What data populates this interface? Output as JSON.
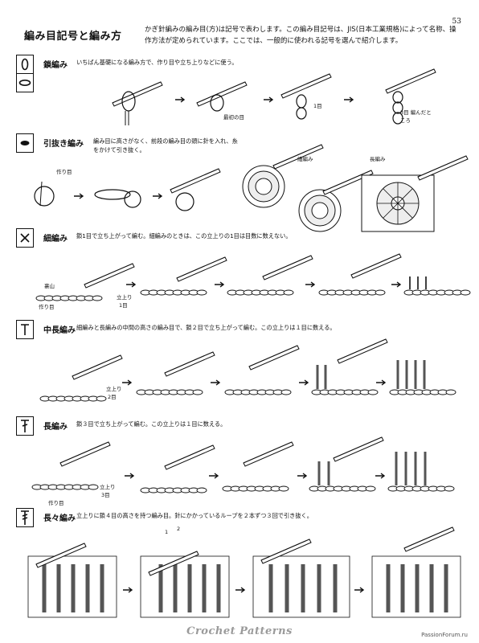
{
  "page_number": "53",
  "title": "編み目記号と編み方",
  "intro": "かぎ針編みの編み目(方)は記号で表わします。この編み目記号は、JIS(日本工業規格)によって名称、操作方法が定められています。ここでは、一般的に使われる記号を選んで紹介します。",
  "sections": [
    {
      "name": "鎖編み",
      "desc": "いちばん基礎になる編み方で、作り目や立ち上りなどに使う。",
      "labels": {
        "first": "最初の目",
        "one": "1目",
        "three": "3目 編んだところ"
      }
    },
    {
      "name": "引抜き編み",
      "desc": "編み目に高さがなく、前段の編み目の頭に針を入れ、糸をかけて引き抜く。",
      "labels": {
        "base": "作り目",
        "sc": "細編み",
        "dc": "長編み"
      }
    },
    {
      "name": "細編み",
      "desc": "鎖1目で立ち上がって編む。細編みのときは、この立上りの1目は目数に数えない。",
      "labels": {
        "back": "裏山",
        "base": "作り目",
        "rise": "立上り",
        "one": "1目"
      }
    },
    {
      "name": "中長編み",
      "desc": "細編みと長編みの中間の高さの編み目で、鎖２目で立ち上がって編む。この立上りは１目に数える。",
      "labels": {
        "rise": "立上り",
        "two": "2目"
      }
    },
    {
      "name": "長編み",
      "desc": "鎖３目で立ち上がって編む。この立上りは１目に数える。",
      "labels": {
        "base": "作り目",
        "rise": "立上り",
        "three": "3目"
      }
    },
    {
      "name": "長々編み",
      "desc": "立上りに鎖４目の高さを持つ編み目。針にかかっているループを２本ずつ３回で引き抜く。",
      "labels": {
        "n1": "1",
        "n2": "2"
      }
    }
  ],
  "footer": {
    "brand": "Crochet Patterns",
    "site": "PassionForum.ru"
  },
  "icons": [
    "chain-symbol-icon",
    "chain-oval-icon",
    "slip-stitch-icon",
    "single-crochet-icon",
    "half-double-icon",
    "double-crochet-icon",
    "treble-crochet-icon",
    "arrow-right-icon",
    "crochet-hook-icon"
  ]
}
